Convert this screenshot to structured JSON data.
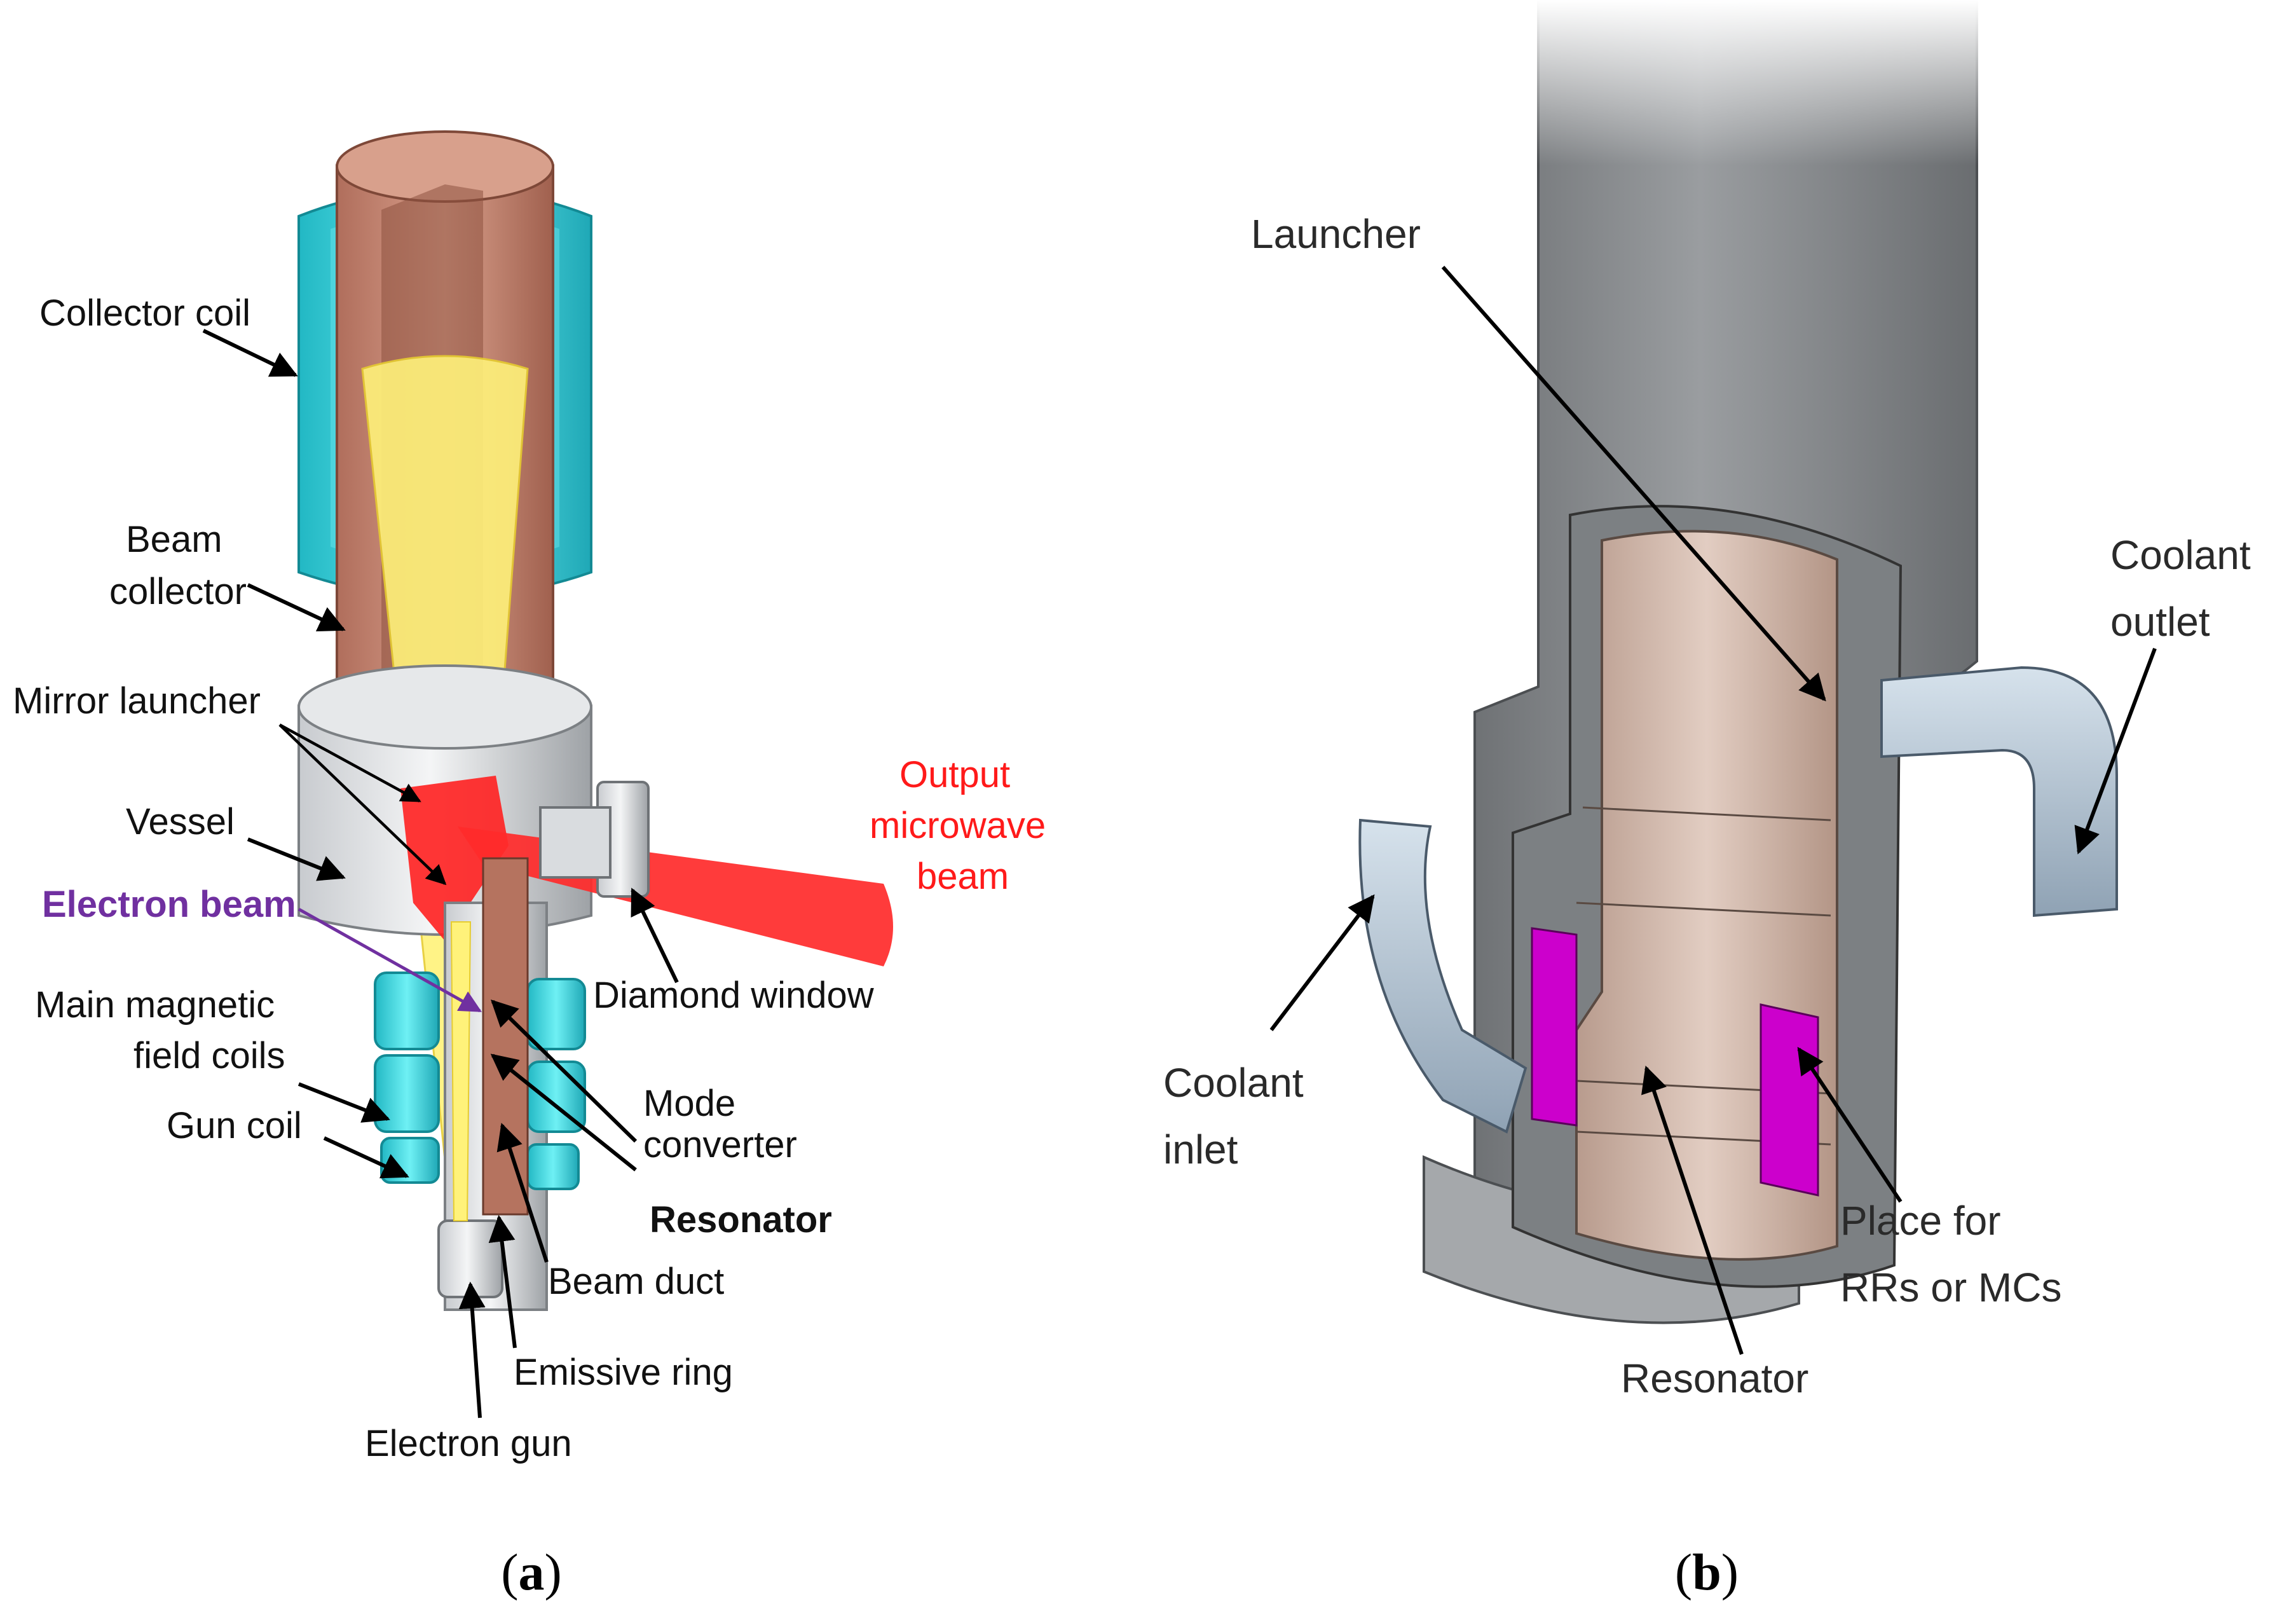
{
  "panel_a": {
    "labels": {
      "collector_coil": "Collector coil",
      "beam_collector_1": "Beam",
      "beam_collector_2": "collector",
      "mirror_launcher": "Mirror launcher",
      "vessel": "Vessel",
      "electron_beam": "Electron beam",
      "main_coils_1": "Main magnetic",
      "main_coils_2": "field coils",
      "gun_coil": "Gun coil",
      "output_1": "Output",
      "output_2": "microwave",
      "output_3": "beam",
      "diamond_window": "Diamond window",
      "mode_converter_1": "Mode",
      "mode_converter_2": "converter",
      "resonator": "Resonator",
      "beam_duct": "Beam duct",
      "emissive_ring": "Emissive ring",
      "electron_gun": "Electron gun"
    },
    "caption_open": "(",
    "caption_letter": "a",
    "caption_close": ")"
  },
  "panel_b": {
    "labels": {
      "launcher": "Launcher",
      "coolant_outlet_1": "Coolant",
      "coolant_outlet_2": "outlet",
      "coolant_inlet_1": "Coolant",
      "coolant_inlet_2": "inlet",
      "place_1": "Place for",
      "place_2": "RRs or MCs",
      "resonator": "Resonator"
    },
    "caption_open": "(",
    "caption_letter": "b",
    "caption_close": ")"
  },
  "colors": {
    "copper": "#c98a76",
    "coil_cyan": "#35d8e0",
    "beam_yellow": "#fff27a",
    "microwave_red": "#ff1a1a",
    "electron_purple": "#7030a0",
    "housing_gray": "#8a8d91",
    "resonator_tan": "#d2b8aa",
    "insert_magenta": "#cc00cc",
    "pipe_blue": "#aebfcf"
  }
}
